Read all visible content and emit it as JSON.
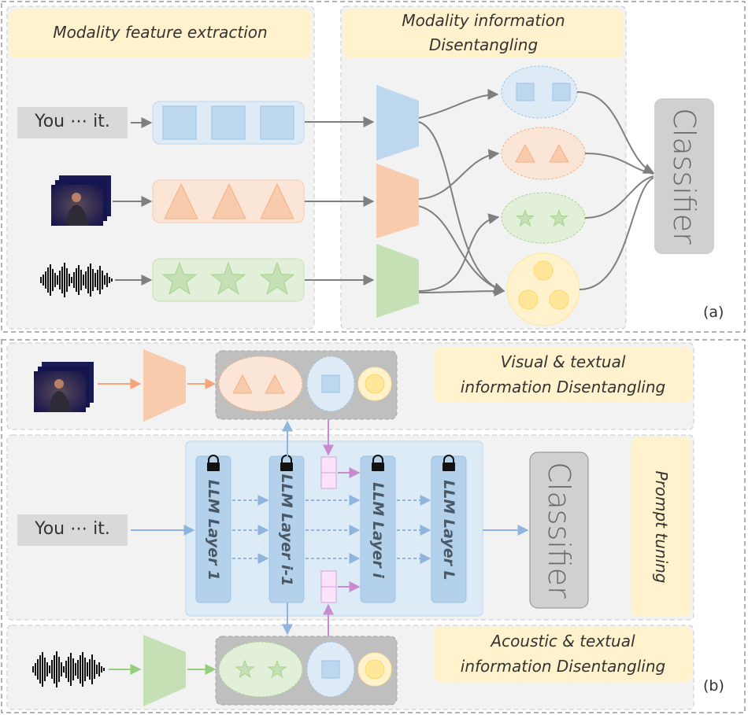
{
  "panel_a": {
    "feature_header": "Modality feature extraction",
    "disentangle_header_line1": "Modality  information",
    "disentangle_header_line2": "Disentangling",
    "text_input": "You ⋯ it.",
    "classifier": "Classifier",
    "label": "(a)"
  },
  "panel_b": {
    "visual_header_line1": "Visual & textual",
    "visual_header_line2": "information Disentangling",
    "acoustic_header_line1": "Acoustic & textual",
    "acoustic_header_line2": "information Disentangling",
    "prompt_header": "Prompt tuning",
    "text_input": "You ⋯ it.",
    "layers": [
      "LLM Layer 1",
      "LLM Layer i-1",
      "LLM Layer i",
      "LLM Layer L"
    ],
    "classifier": "Classifier",
    "label": "(b)"
  },
  "colors": {
    "text_blue": "#bdd7ee",
    "visual_orange": "#f8cbad",
    "audio_green": "#c5e0b4",
    "shared_yellow": "#ffe699",
    "prompt_pink": "#f4d2f2",
    "classifier_gray": "#d0d0d0",
    "header_yellow": "#fff2cc"
  },
  "icons": [
    "video-frames-icon",
    "waveform-icon",
    "lock-icon",
    "square-icon",
    "triangle-icon",
    "star-icon",
    "circle-icon"
  ]
}
